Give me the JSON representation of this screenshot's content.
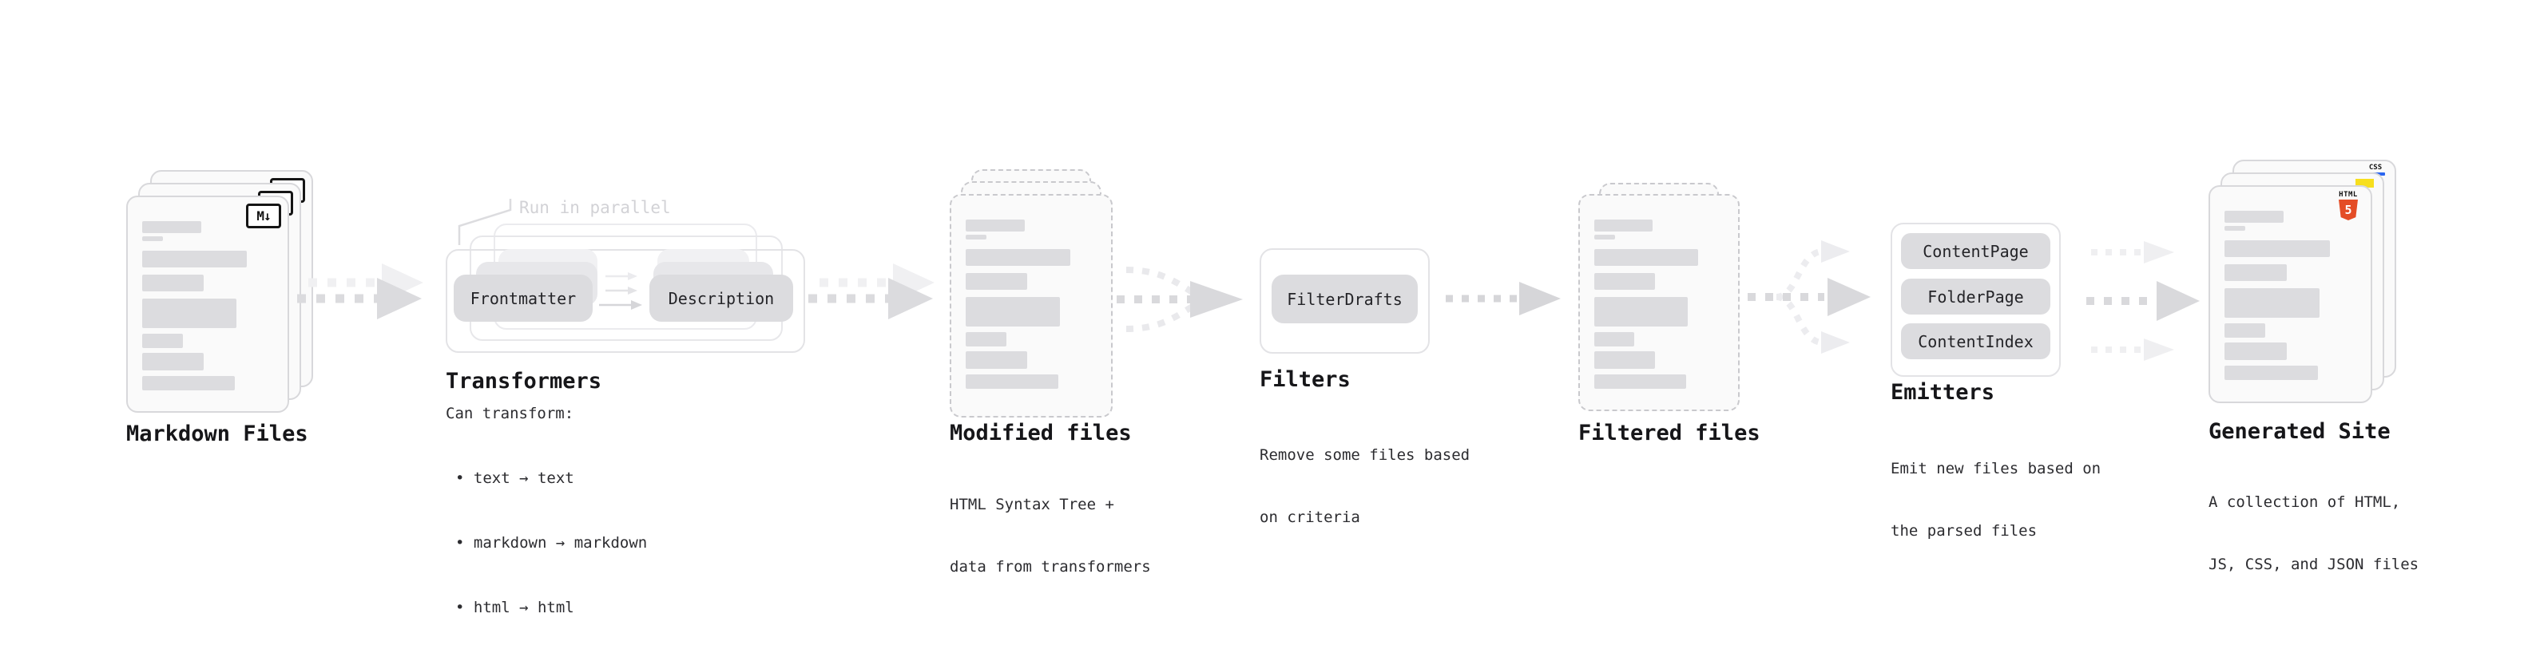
{
  "sections": {
    "markdown_files": {
      "title": "Markdown Files",
      "badge": "M↓"
    },
    "transformers": {
      "callout": "Run in parallel",
      "pill_frontmatter": "Frontmatter",
      "pill_description": "Description",
      "title": "Transformers",
      "subtitle": "Can transform:",
      "bullets": [
        "• text → text",
        "• markdown → markdown",
        "• html → html"
      ]
    },
    "modified_files": {
      "title": "Modified files",
      "desc": [
        "HTML Syntax Tree +",
        "data from transformers"
      ]
    },
    "filters": {
      "pill": "FilterDrafts",
      "title": "Filters",
      "desc": [
        "Remove some files based",
        "on criteria"
      ]
    },
    "filtered_files": {
      "title": "Filtered files"
    },
    "emitters": {
      "pills": [
        "ContentPage",
        "FolderPage",
        "ContentIndex"
      ],
      "title": "Emitters",
      "desc": [
        "Emit new files based on",
        "the parsed files"
      ]
    },
    "generated_site": {
      "title": "Generated Site",
      "desc": [
        "A collection of HTML,",
        "JS, CSS, and JSON files"
      ],
      "badge_css": "CSS",
      "badge_html_label": "HTML",
      "badge_html_number": "5"
    }
  },
  "colors": {
    "html5_orange": "#e44d26",
    "js_yellow": "#f7df1e",
    "css_blue": "#2b66f0",
    "arrow_gray": "#d9d9dc",
    "arrow_light": "#efeff1"
  }
}
